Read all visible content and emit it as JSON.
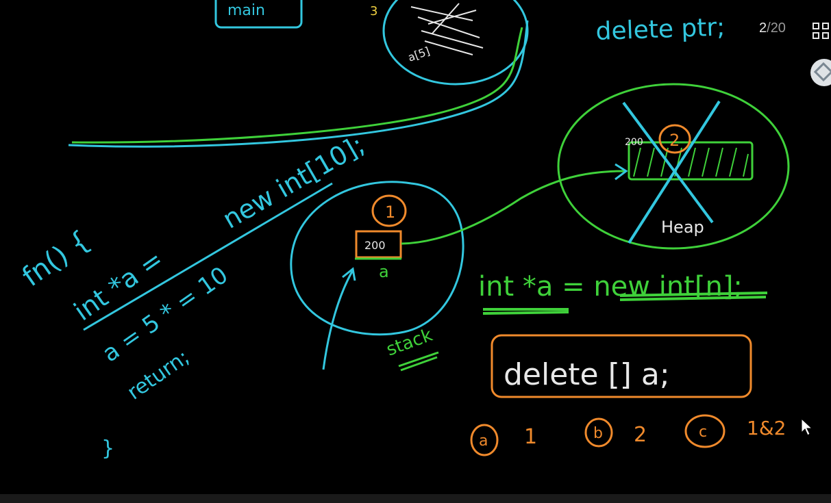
{
  "board": {
    "top_note": "delete ptr;",
    "main_label": "main",
    "code": {
      "fn": "fn() {",
      "line1_left": "int *a =",
      "line1_right": "new int[10];",
      "line2": "a = 5 * = 10",
      "line3": "return;",
      "close": "}"
    },
    "stack": {
      "marker": "1",
      "value": "200",
      "var": "a",
      "label": "stack"
    },
    "heap": {
      "marker": "2",
      "address": "200",
      "label": "Heap"
    },
    "statement": "int *a = new int[n];",
    "answer_box": "delete [] a;",
    "options": [
      {
        "marker": "a",
        "text": "1"
      },
      {
        "marker": "b",
        "text": "2"
      },
      {
        "marker": "c",
        "text": "1&2"
      }
    ]
  },
  "pager": {
    "current": "2",
    "separator": "/",
    "total": "20"
  },
  "colors": {
    "cyan": "#33c7df",
    "green": "#3fd13a",
    "orange": "#f08a2c",
    "white": "#e8e8e8"
  }
}
